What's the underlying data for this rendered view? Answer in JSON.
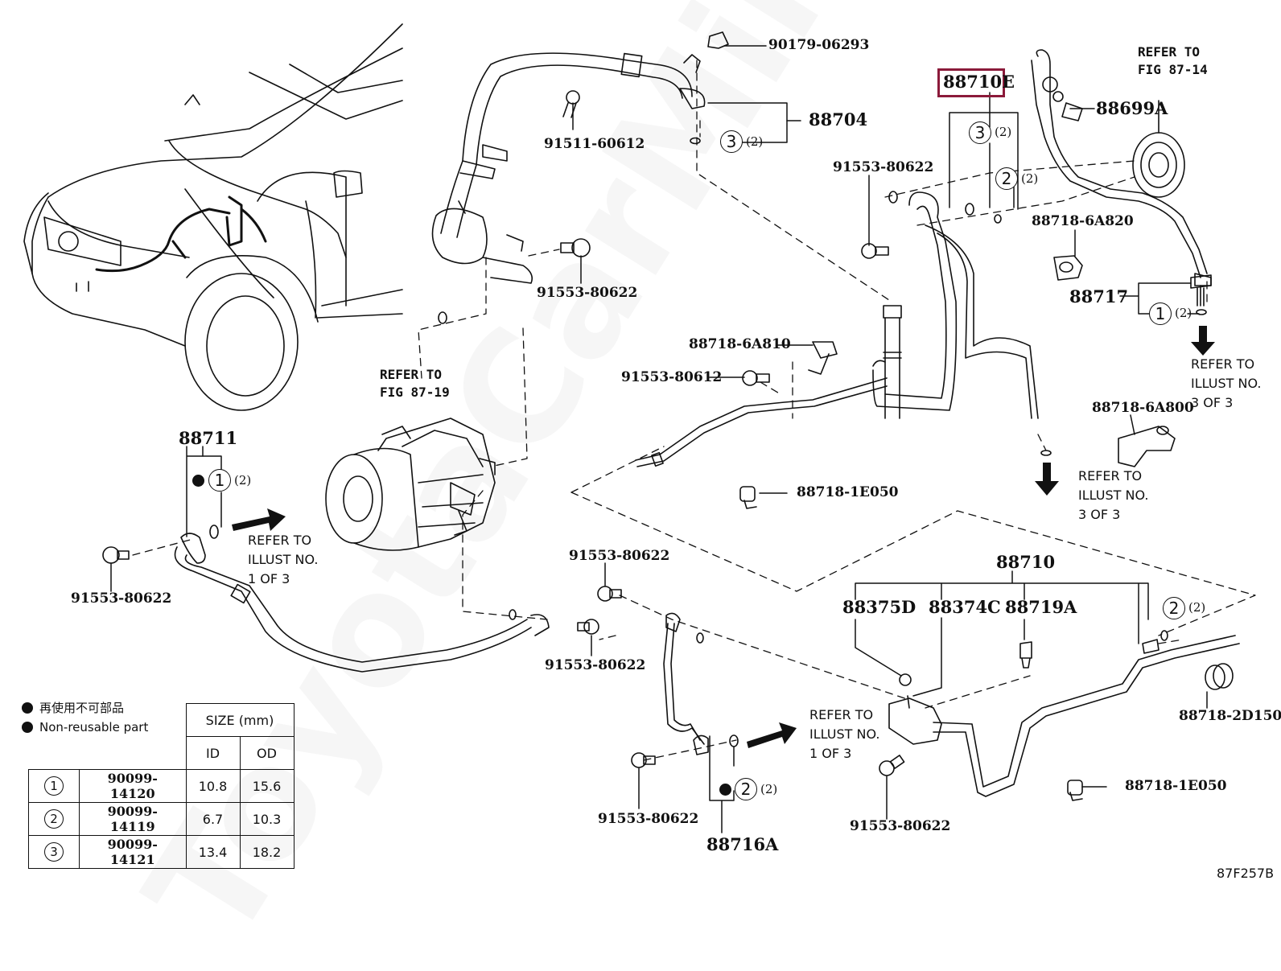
{
  "diagram": {
    "figure_id": "87F257B",
    "watermark": "ToyotaCarMirror",
    "highlighted_part": "88710E",
    "callouts": {
      "p90179_06293": "90179-06293",
      "p88704": "88704",
      "p91511_60612": "91511-60612",
      "p91553_80622_a": "91553-80622",
      "p88710E": "88710E",
      "p91553_80622_b": "91553-80622",
      "p88699A": "88699A",
      "p88718_6A820": "88718-6A820",
      "p88717": "88717",
      "p88718_6A810": "88718-6A810",
      "p91553_80612": "91553-80612",
      "p88718_6A800": "88718-6A800",
      "p88711": "88711",
      "p91553_80622_c": "91553-80622",
      "p88718_1E050_a": "88718-1E050",
      "p91553_80622_d": "91553-80622",
      "p91553_80622_e": "91553-80622",
      "p88710": "88710",
      "p88375D": "88375D",
      "p88374C": "88374C",
      "p88719A": "88719A",
      "p88718_2D150": "88718-2D150",
      "p88718_1E050_b": "88718-1E050",
      "p91553_80622_f": "91553-80622",
      "p91553_80622_g": "91553-80622",
      "p88716A": "88716A"
    },
    "oring_refs": {
      "r88704": {
        "num": "3",
        "qty": "(2)"
      },
      "r88710E_a": {
        "num": "3",
        "qty": "(2)"
      },
      "r88710E_b": {
        "num": "2",
        "qty": "(2)"
      },
      "r88717": {
        "num": "1",
        "qty": "(2)"
      },
      "r88711": {
        "num": "1",
        "qty": "(2)"
      },
      "r88710": {
        "num": "2",
        "qty": "(2)"
      },
      "r88716A": {
        "num": "2",
        "qty": "(2)"
      }
    },
    "references": {
      "fig_87_14": "REFER TO\nFIG 87-14",
      "fig_87_19": "REFER TO\nFIG 87-19",
      "illust_3a": "REFER TO\nILLUST NO.\n3 OF 3",
      "illust_3b": "REFER TO\nILLUST NO.\n3 OF 3",
      "illust_1a": "REFER TO\nILLUST NO.\n1 OF 3",
      "illust_1b": "REFER TO\nILLUST NO.\n1 OF 3"
    }
  },
  "legend": {
    "jp": "再使用不可部品",
    "en": "Non-reusable part"
  },
  "size_table": {
    "header": "SIZE (mm)",
    "col_id": "ID",
    "col_od": "OD",
    "rows": [
      {
        "ref": "1",
        "part": "90099-14120",
        "id": "10.8",
        "od": "15.6"
      },
      {
        "ref": "2",
        "part": "90099-14119",
        "id": "6.7",
        "od": "10.3"
      },
      {
        "ref": "3",
        "part": "90099-14121",
        "id": "13.4",
        "od": "18.2"
      }
    ]
  }
}
